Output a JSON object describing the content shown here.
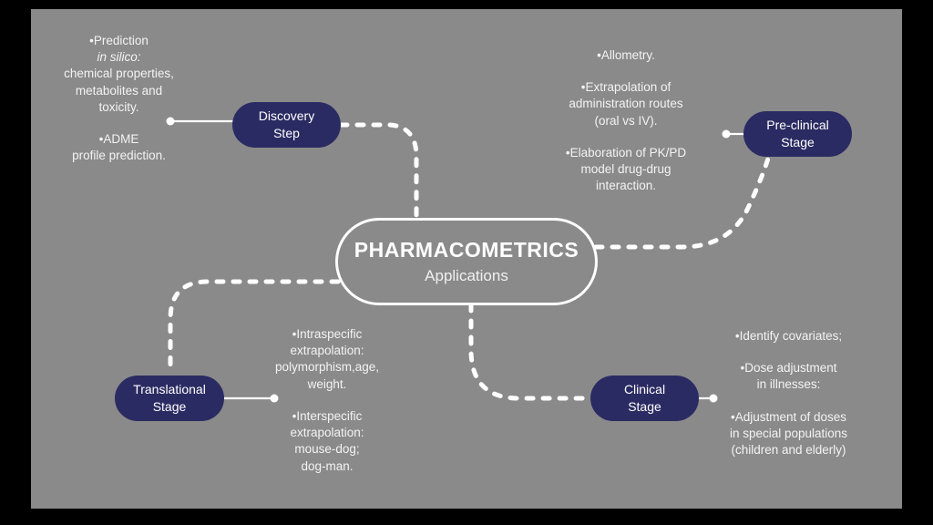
{
  "colors": {
    "background": "#8a8a8a",
    "node": "#2b2b63",
    "line": "#ffffff"
  },
  "central_node": {
    "title": "PHARMACOMETRICS",
    "subtitle": "Applications"
  },
  "stages": {
    "discovery": {
      "label": "Discovery\nStep"
    },
    "preclinical": {
      "label": "Pre-clinical\nStage"
    },
    "translational": {
      "label": "Translational\nStage"
    },
    "clinical": {
      "label": "Clinical\nStage"
    }
  },
  "notes": {
    "discovery": {
      "bullet1_prefix": "•Prediction",
      "bullet1_italic": "in silico:",
      "bullet1_rest": "chemical properties,\nmetabolites and\ntoxicity.",
      "bullet2": "•ADME\nprofile prediction."
    },
    "preclinical": {
      "bullet1": "•Allometry.",
      "bullet2": "•Extrapolation of\nadministration routes\n(oral vs IV).",
      "bullet3": "•Elaboration of PK/PD\nmodel drug-drug\ninteraction."
    },
    "translational": {
      "bullet1": "•Intraspecific\nextrapolation:\npolymorphism,age,\nweight.",
      "bullet2": "•Interspecific\nextrapolation:\nmouse-dog;\ndog-man."
    },
    "clinical": {
      "bullet1": "•Identify covariates;",
      "bullet2": "•Dose adjustment\nin illnesses:",
      "bullet3": "•Adjustment of doses\nin special populations\n(children and elderly)"
    }
  }
}
